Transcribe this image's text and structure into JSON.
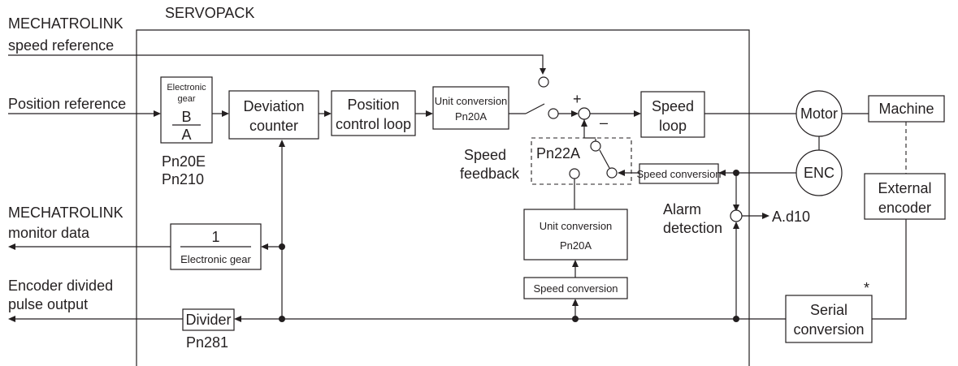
{
  "servopack_title": "SERVOPACK",
  "inputs": {
    "speed_ref_line1": "MECHATROLINK",
    "speed_ref_line2": "speed reference",
    "position_ref": "Position reference"
  },
  "outputs": {
    "monitor_line1": "MECHATROLINK",
    "monitor_line2": "monitor data",
    "pulse_line1": "Encoder divided",
    "pulse_line2": "pulse output"
  },
  "blocks": {
    "egear_line1": "Electronic",
    "egear_line2": "gear",
    "egear_num": "B",
    "egear_den": "A",
    "egear_param1": "Pn20E",
    "egear_param2": "Pn210",
    "deviation_line1": "Deviation",
    "deviation_line2": "counter",
    "posloop_line1": "Position",
    "posloop_line2": "control loop",
    "unitconv_top_line1": "Unit conversion",
    "unitconv_top_line2": "Pn20A",
    "speed_loop_line1": "Speed",
    "speed_loop_line2": "loop",
    "motor": "Motor",
    "machine": "Machine",
    "enc": "ENC",
    "speedconv_right": "Speed conversion",
    "pn22a": "Pn22A",
    "speed_fb_line1": "Speed",
    "speed_fb_line2": "feedback",
    "unitconv_mid_line1": "Unit conversion",
    "unitconv_mid_line2": "Pn20A",
    "speedconv_low": "Speed conversion",
    "inv_egear_num": "1",
    "inv_egear_den": "Electronic gear",
    "divider": "Divider",
    "divider_param": "Pn281",
    "alarm_line1": "Alarm",
    "alarm_line2": "detection",
    "alarm_code": "A.d10",
    "ext_enc_line1": "External",
    "ext_enc_line2": "encoder",
    "serial_line1": "Serial",
    "serial_line2": "conversion",
    "asterisk": "*",
    "plus_sign": "+",
    "minus_sign": "–"
  }
}
